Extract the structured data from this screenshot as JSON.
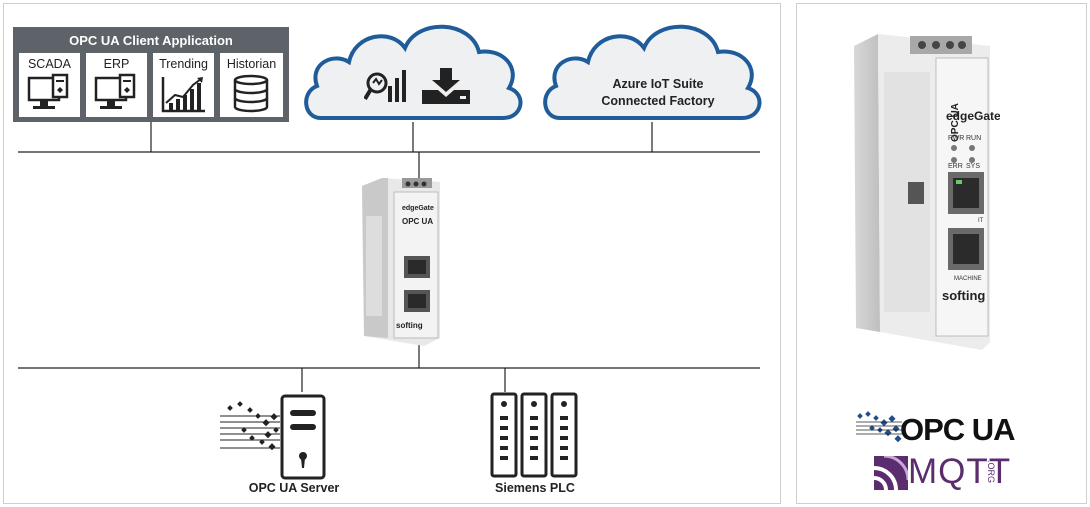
{
  "client_app": {
    "title": "OPC UA Client Application",
    "tiles": [
      {
        "label": "SCADA",
        "icon": "monitor-icon"
      },
      {
        "label": "ERP",
        "icon": "monitor-icon"
      },
      {
        "label": "Trending",
        "icon": "trend-chart-icon"
      },
      {
        "label": "Historian",
        "icon": "database-icon"
      }
    ]
  },
  "clouds": {
    "analytics": {
      "icons": [
        "analytics-magnifier-icon",
        "download-icon"
      ]
    },
    "azure": {
      "line1": "Azure IoT Suite",
      "line2": "Connected Factory"
    }
  },
  "gateway": {
    "brand": "softing",
    "model": "edgeGate",
    "product_label": "OPC UA",
    "led_labels": [
      "PWR",
      "RUN",
      "ERR",
      "SYS"
    ],
    "port_labels": [
      "IT",
      "MACHINE"
    ]
  },
  "devices": {
    "opc_server": "OPC UA Server",
    "plc": "Siemens PLC"
  },
  "logos": {
    "opc": "OPC UA",
    "mqtt": "MQTT",
    "mqtt_suffix": ".ORG"
  },
  "colors": {
    "cloud_fill": "#eef0f2",
    "cloud_stroke": "#1f5c99",
    "client_bg": "#5d6368",
    "line": "#222222",
    "mqtt_purple": "#5b2d6e"
  }
}
